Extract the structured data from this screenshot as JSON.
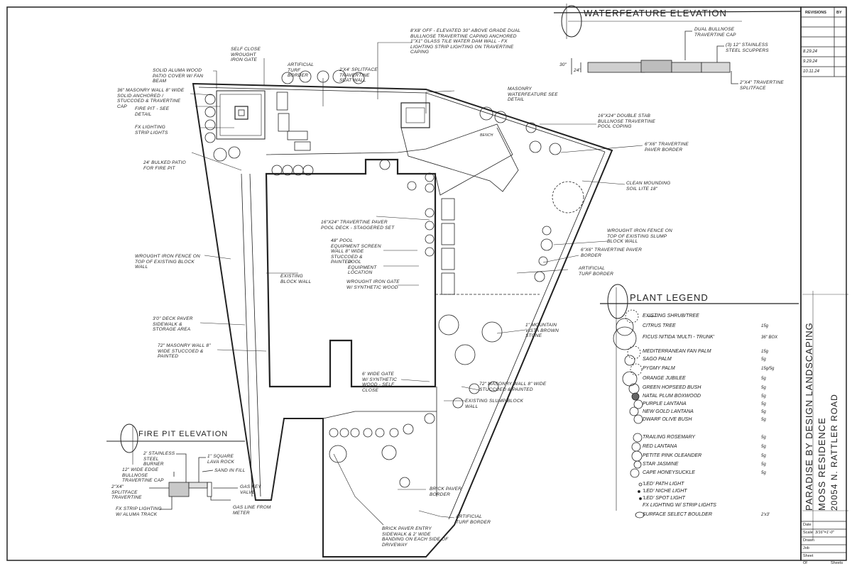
{
  "title_block": {
    "revisions_header": "REVISIONS",
    "by_header": "BY",
    "revisions": [
      "8.29.24",
      "9.29.24",
      "10.11.24"
    ],
    "company": "PARADISE BY DESIGN LANDSCAPING",
    "project": "MOSS RESIDENCE",
    "address": "20054 N. RATTLER ROAD",
    "date_label": "Date",
    "scale_label": "Scale",
    "scale_value": "3/16\"=1'-0\"",
    "drawn_label": "Drawn",
    "job_label": "Job",
    "sheet_label": "Sheet",
    "of_label": "Of",
    "sheets_label": "Sheets"
  },
  "sections": {
    "water_feature_elevation": "WATERFEATURE ELEVATION",
    "fire_pit_elevation": "FIRE PIT ELEVATION",
    "plant_legend": "PLANT LEGEND"
  },
  "water_feature_notes": {
    "cap": "DUAL BULLNOSE TRAVERTINE CAP",
    "scuppers": "(3) 12\" STAINLESS STEEL SCUPPERS",
    "ledgestone": "2\"x4\" TRAVERTINE SPLITFACE",
    "dim_outer": "30\"",
    "dim_inner": "24\""
  },
  "fire_pit_notes": {
    "steel_burner": "2' STAINLESS STEEL BURNER",
    "lava_rock": "1\" SQUARE LAVA ROCK",
    "sand_fill": "SAND IN FILL",
    "cap": "12\" WIDE EDGE BULLNOSE TRAVERTINE CAP",
    "splitface": "2\"x4\" SPLITFACE TRAVERTINE",
    "gas_valve": "GAS KEY VALVE",
    "gas_line": "GAS LINE FROM METER",
    "lighting": "FX STRIP LIGHTING W/ ALUMA TRACK"
  },
  "plan_notes": [
    "SOLID ALUMA WOOD PATIO COVER W/ FAN BEAM",
    "SELF CLOSE WROUGHT IRON GATE",
    "ARTIFICIAL TURF BORDER",
    "2'x4' SPLITFACE TRAVERTINE SEAT WALL",
    "36\" MASONRY WALL 8\" WIDE SOLID ANCHORED / STUCCOED & TRAVERTINE CAP",
    "FIRE PIT - SEE DETAIL",
    "FX LIGHTING STRIP LIGHTS",
    "24' BULKED PATIO FOR FIRE PIT",
    "8'x8' OFF - ELEVATED 30\" ABOVE GRADE DUAL BULLNOSE TRAVERTINE CAPING ANCHORED 1\"x1\" GLASS TILE WATER DAM WALL - FX LIGHTING STRIP LIGHTING ON TRAVERTINE CAPING",
    "MASONRY WATERFEATURE SEE DETAIL",
    "16\"x24\" DOUBLE STAB BULLNOSE TRAVERTINE POOL COPING",
    "6\"x6\" TRAVERTINE PAVER BORDER",
    "CLEAN MOUNDING SOIL LITE 18\"",
    "16\"x24\" TRAVERTINE PAVER POOL DECK - STAGGERED SET",
    "48\" POOL EQUIPMENT SCREEN WALL 8\" WIDE STUCCOED & PAINTED",
    "POOL EQUIPMENT LOCATION",
    "WROUGHT IRON GATE W/ SYNTHETIC WOOD",
    "WROUGHT IRON FENCE ON TOP OF EXISTING SLUMP BLOCK WALL",
    "6\"x6\" TRAVERTINE PAVER BORDER",
    "ARTIFICIAL TURF BORDER",
    "WROUGHT IRON FENCE ON TOP OF EXISTING BLOCK WALL",
    "EXISTING BLOCK WALL",
    "3'0\" DECK PAVER SIDEWALK & STORAGE AREA",
    "72\" MASONRY WALL 8\" WIDE STUCCOED & PAINTED",
    "1\" MOUNTAIN VISTA BROWN STONE",
    "6' WIDE GATE W/ SYNTHETIC WOOD - SELF CLOSE",
    "72\" MASONRY WALL 8\" WIDE STUCCOED & PAINTED",
    "EXISTING SLUMP BLOCK WALL",
    "BRICK PAVER BORDER",
    "ARTIFICIAL TURF BORDER",
    "BRICK PAVER ENTRY SIDEWALK & 2' WIDE BANDING ON EACH SIDE OF DRIVEWAY",
    "BENCH"
  ],
  "plant_legend": [
    {
      "name": "EXISTING SHRUB/TREE",
      "size": ""
    },
    {
      "name": "CITRUS TREE",
      "size": "15g"
    },
    {
      "name": "FICUS NITIDA 'MULTI - TRUNK'",
      "size": "36\" BOX"
    },
    {
      "name": "MEDITERRANEAN FAN PALM",
      "size": "15g"
    },
    {
      "name": "SAGO PALM",
      "size": "5g"
    },
    {
      "name": "PYGMY PALM",
      "size": "15g/5g"
    },
    {
      "name": "ORANGE JUBILEE",
      "size": "5g"
    },
    {
      "name": "GREEN HOPSEED BUSH",
      "size": "5g"
    },
    {
      "name": "NATAL PLUM BOXWOOD",
      "size": "5g"
    },
    {
      "name": "PURPLE LANTANA",
      "size": "5g"
    },
    {
      "name": "NEW GOLD LANTANA",
      "size": "5g"
    },
    {
      "name": "DWARF OLIVE BUSH",
      "size": "5g"
    },
    {
      "name": "TRAILING ROSEMARY",
      "size": "5g"
    },
    {
      "name": "RED LANTANA",
      "size": "5g"
    },
    {
      "name": "PETITE PINK OLEANDER",
      "size": "5g"
    },
    {
      "name": "STAR JASMINE",
      "size": "5g"
    },
    {
      "name": "CAPE HONEYSUCKLE",
      "size": "5g"
    },
    {
      "name": "'LED' PATH LIGHT",
      "size": ""
    },
    {
      "name": "'LED' NICHE LIGHT",
      "size": ""
    },
    {
      "name": "'LED' SPOT LIGHT",
      "size": ""
    },
    {
      "name": "FX LIGHTING W/ STRIP LIGHTS",
      "size": ""
    },
    {
      "name": "SURFACE SELECT BOULDER",
      "size": "2'x3'"
    }
  ]
}
